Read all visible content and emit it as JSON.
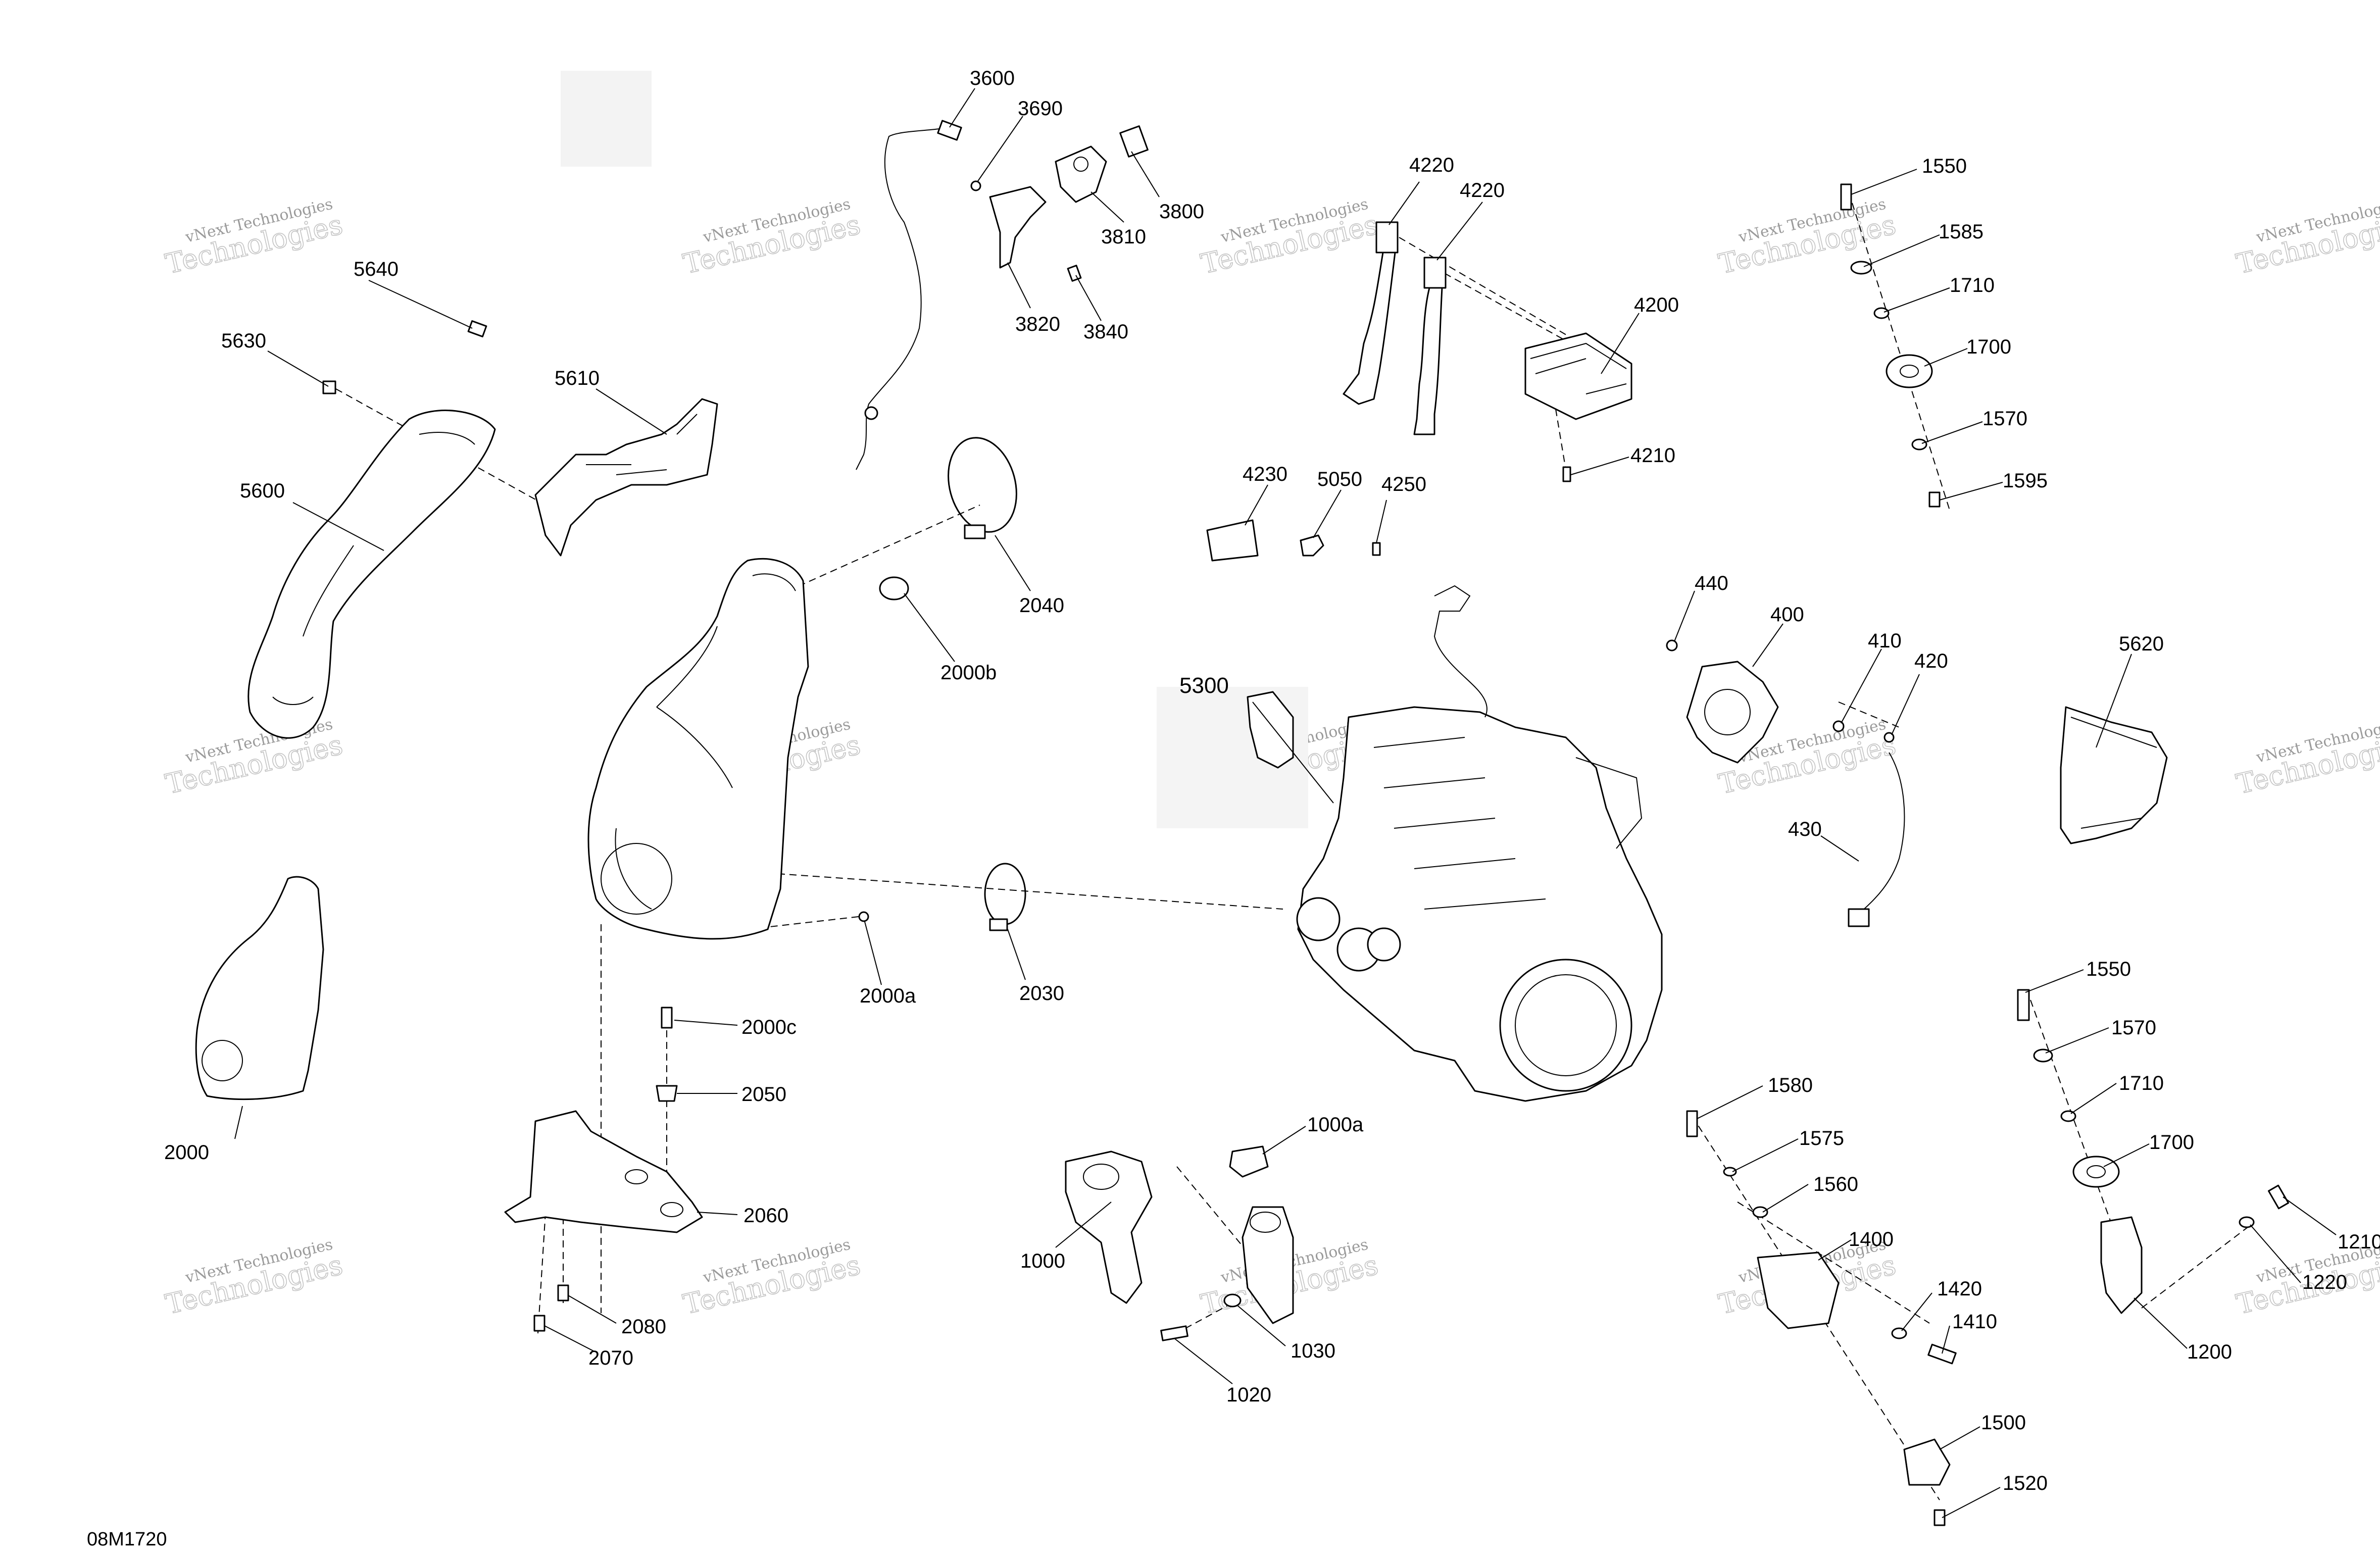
{
  "diagram_code": "08M1720",
  "watermark": {
    "line1": "vNext Technologies",
    "line2": "Technologies"
  },
  "labels": [
    "3600",
    "3690",
    "3800",
    "3810",
    "3820",
    "3840",
    "5640",
    "5630",
    "5610",
    "5600",
    "4220",
    "4220",
    "4200",
    "4210",
    "4230",
    "5050",
    "4250",
    "1550",
    "1585",
    "1710",
    "1700",
    "1570",
    "1595",
    "2040",
    "2000b",
    "5300",
    "440",
    "400",
    "410",
    "420",
    "430",
    "5620",
    "2000a",
    "2030",
    "2000c",
    "2050",
    "2060",
    "2080",
    "2070",
    "2000",
    "1000",
    "1000a",
    "1030",
    "1020",
    "1580",
    "1575",
    "1560",
    "1400",
    "1420",
    "1410",
    "1500",
    "1520",
    "1550",
    "1570",
    "1710",
    "1700",
    "1200",
    "1210",
    "1220"
  ]
}
